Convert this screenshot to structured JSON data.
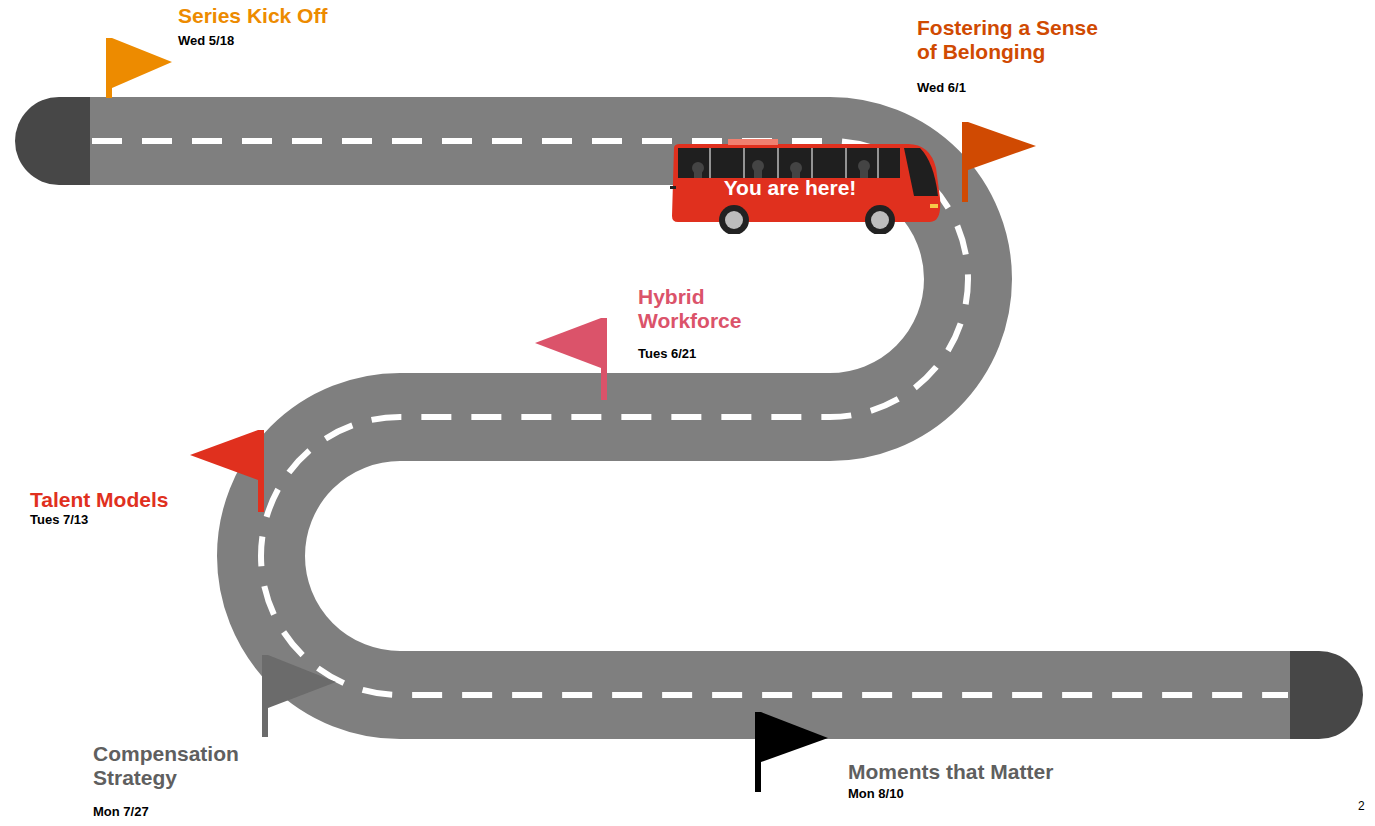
{
  "diagram": {
    "nodes": [
      {
        "text": [
          "You are here!"
        ]
      }
    ],
    "labels": [
      "Series Kick Off",
      "Wed 5/18",
      "Fostering a Sense of Belonging",
      "Wed 6/1",
      "Hybrid Workforce",
      "Tues 6/21",
      "Talent Models",
      "Tues 7/13",
      "Compensation Strategy",
      "Mon 7/27",
      "Moments that Matter",
      "Mon 8/10",
      "2"
    ]
  }
}
